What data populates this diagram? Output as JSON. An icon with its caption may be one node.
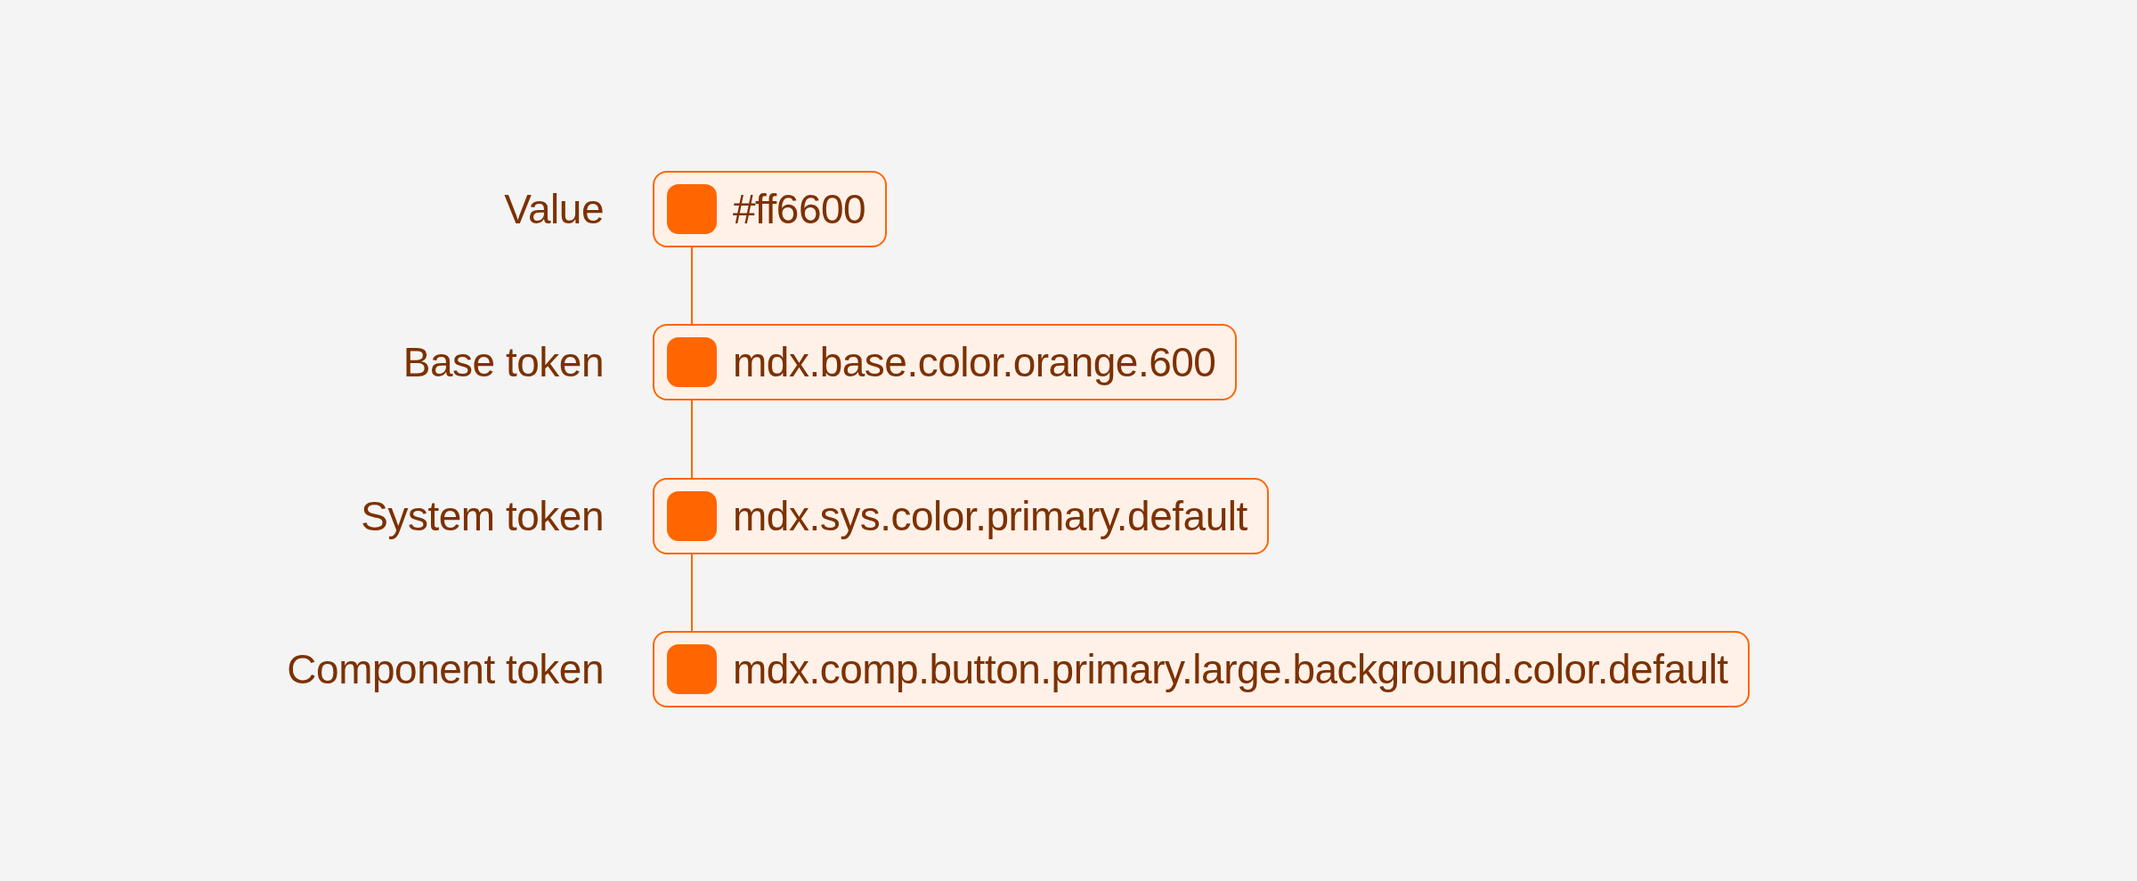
{
  "diagram": {
    "nodes": [
      {
        "text": [
          "#ff6600"
        ],
        "beside": [
          "Value"
        ]
      },
      {
        "text": [
          "mdx.base.color.orange.600"
        ],
        "beside": [
          "Base token"
        ]
      },
      {
        "text": [
          "mdx.sys.color.primary.default"
        ],
        "beside": [
          "System token"
        ]
      },
      {
        "text": [
          "mdx.comp.button.primary.large.background.color.default"
        ],
        "beside": [
          "Component token"
        ]
      }
    ],
    "edges": [
      {
        "from": 0,
        "to": 1,
        "arrow": "none"
      },
      {
        "from": 1,
        "to": 2,
        "arrow": "none"
      },
      {
        "from": 2,
        "to": 3,
        "arrow": "none"
      }
    ]
  }
}
